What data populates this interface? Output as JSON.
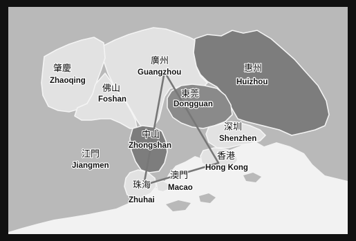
{
  "colors": {
    "frame": "#111111",
    "sea": "#f2f2f2",
    "outer_land": "#b9b9b9",
    "light_region": "#e2e2e2",
    "medium_region": "#8a8a8a",
    "dark_region": "#7d7d7d",
    "route": "#777777"
  },
  "cities": [
    {
      "id": "zhaoqing",
      "zh": "肇慶",
      "en": "Zhaoqing"
    },
    {
      "id": "guangzhou",
      "zh": "廣州",
      "en": "Guangzhou"
    },
    {
      "id": "huizhou",
      "zh": "惠州",
      "en": "Huizhou"
    },
    {
      "id": "foshan",
      "zh": "佛山",
      "en": "Foshan"
    },
    {
      "id": "dongguan",
      "zh": "東莞",
      "en": "Dongguan"
    },
    {
      "id": "shenzhen",
      "zh": "深圳",
      "en": "Shenzhen"
    },
    {
      "id": "zhongshan",
      "zh": "中山",
      "en": "Zhongshan"
    },
    {
      "id": "jiangmen",
      "zh": "江門",
      "en": "Jiangmen"
    },
    {
      "id": "hongkong",
      "zh": "香港",
      "en": "Hong Kong"
    },
    {
      "id": "macao",
      "zh": "澳門",
      "en": "Macao"
    },
    {
      "id": "zhuhai",
      "zh": "珠海",
      "en": "Zhuhai"
    }
  ],
  "routes": [
    {
      "from": "guangzhou",
      "to": "zhuhai"
    },
    {
      "from": "guangzhou",
      "to": "hongkong"
    },
    {
      "from": "zhuhai",
      "to": "hongkong"
    }
  ]
}
